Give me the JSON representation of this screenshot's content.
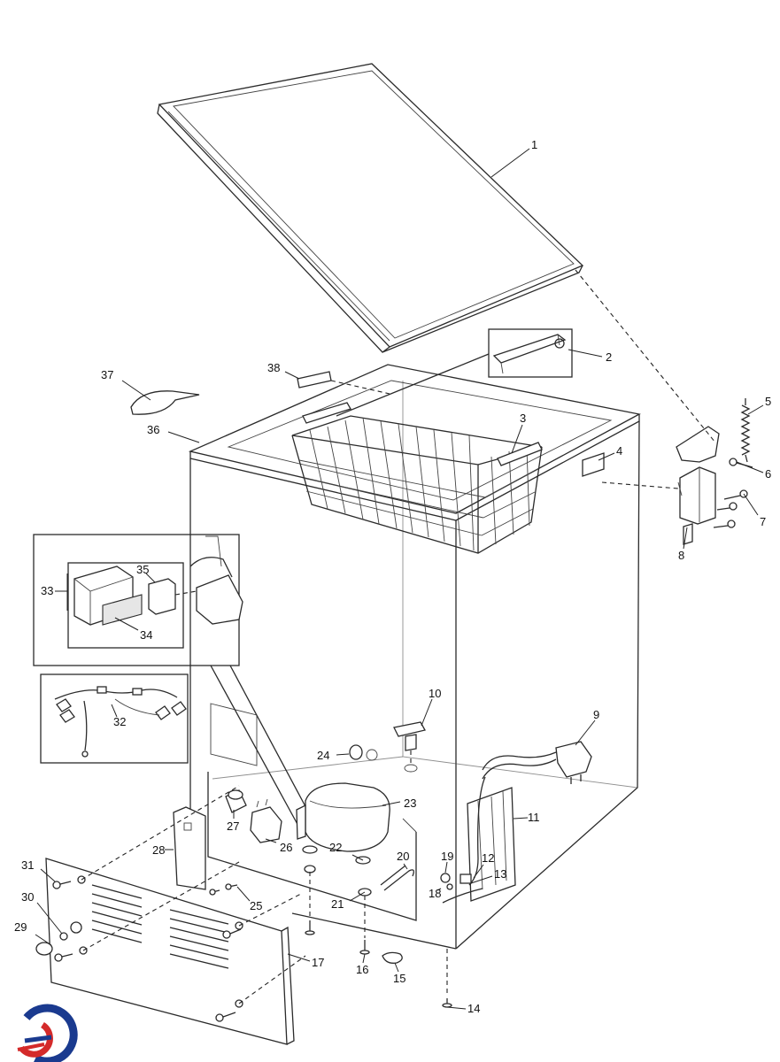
{
  "diagram": {
    "parts": [
      "1",
      "2",
      "3",
      "4",
      "5",
      "6",
      "7",
      "8",
      "9",
      "10",
      "11",
      "12",
      "13",
      "14",
      "15",
      "16",
      "17",
      "18",
      "19",
      "20",
      "21",
      "22",
      "23",
      "24",
      "25",
      "26",
      "27",
      "28",
      "29",
      "30",
      "31",
      "32",
      "33",
      "34",
      "35",
      "36",
      "37",
      "38"
    ]
  },
  "logo": {
    "name": "brand-logo",
    "colors": [
      "#1a3a8f",
      "#d42a2a"
    ]
  }
}
